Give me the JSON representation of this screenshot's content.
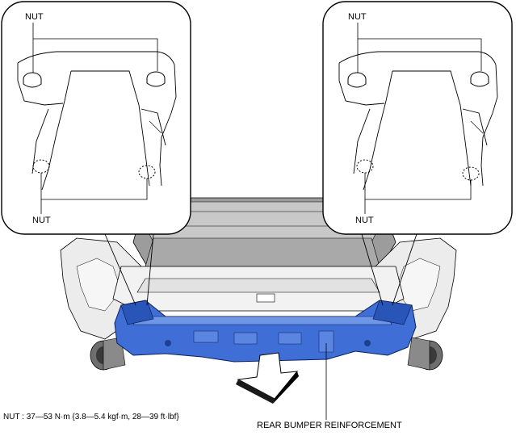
{
  "labels": {
    "callout_left_top_nut": "NUT",
    "callout_left_bottom_nut": "NUT",
    "callout_right_top_nut": "NUT",
    "callout_right_bottom_nut": "NUT",
    "part_name": "REAR BUMPER REINFORCEMENT"
  },
  "torque_note": "NUT : 37—53 N·m {3.8—5.4 kgf·m, 28—39 ft·lbf}",
  "colors": {
    "reinforcement_fill": "#3f6fd6",
    "reinforcement_dark": "#2a55b8",
    "line": "#000000",
    "body_gray": "#e9e9e9",
    "cabin_gray": "#b9b9b9",
    "exhaust_gray": "#7a7a7a"
  },
  "icons": {
    "direction_arrow": "down-arrow-icon"
  }
}
